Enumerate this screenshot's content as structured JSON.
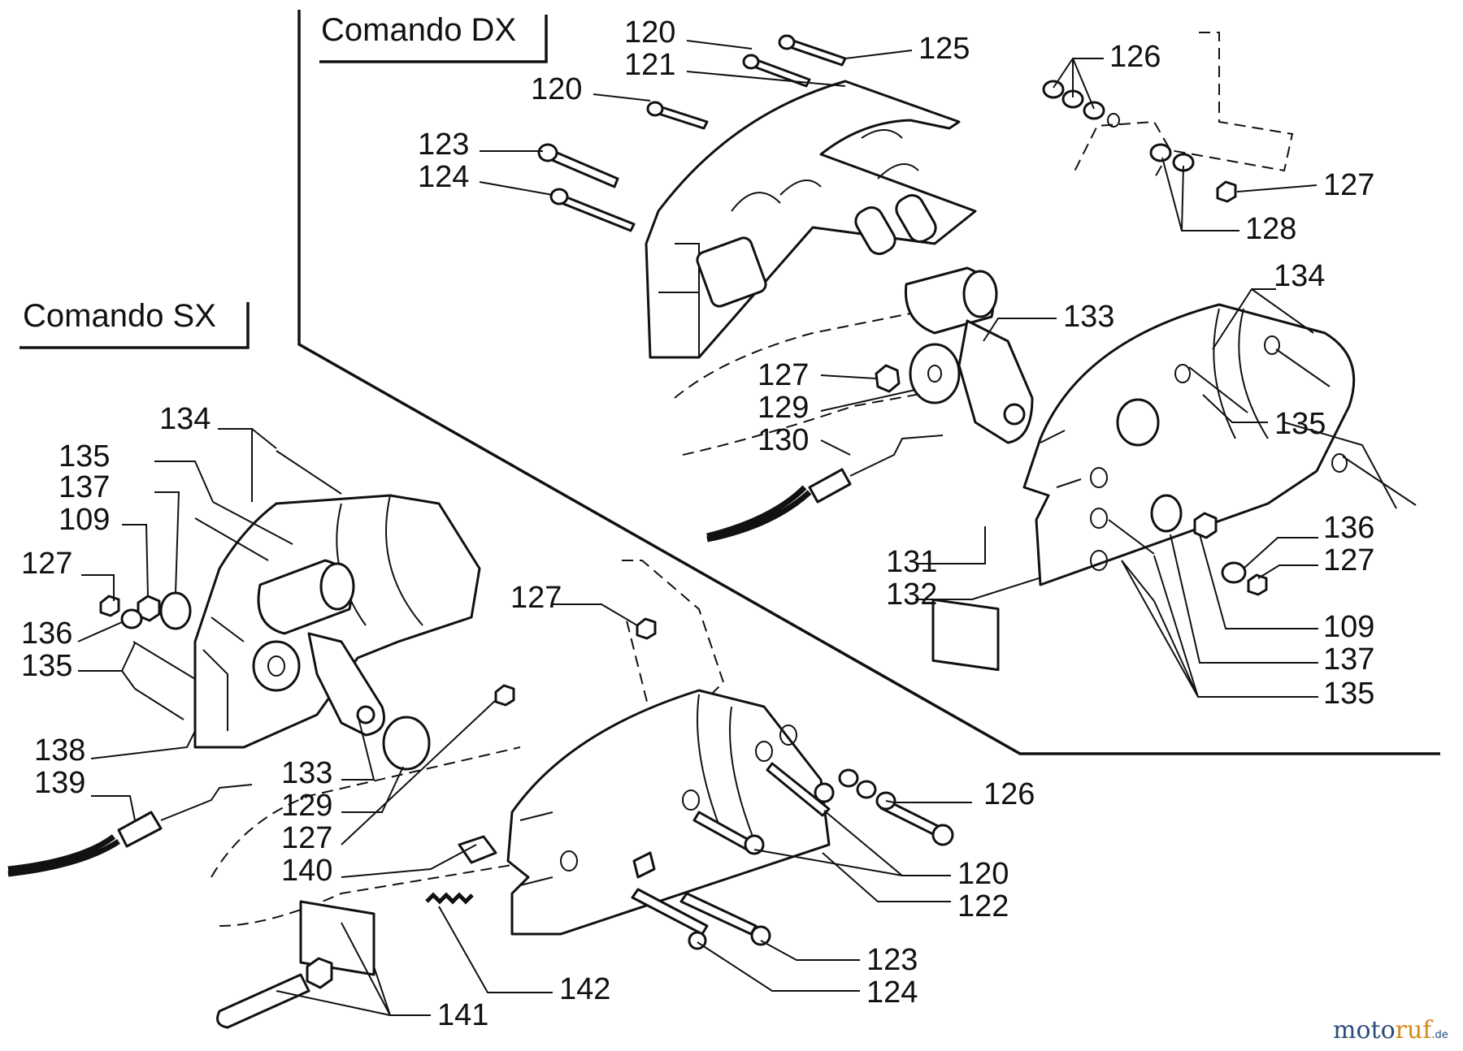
{
  "titles": {
    "right_assembly": "Comando DX",
    "left_assembly": "Comando SX"
  },
  "watermark": {
    "part1": "moto",
    "part2": "ruf",
    "suffix": ".de"
  },
  "callouts": {
    "dx_120a": "120",
    "dx_121": "121",
    "dx_120b": "120",
    "dx_125": "125",
    "dx_126": "126",
    "dx_123": "123",
    "dx_124": "124",
    "dx_127a": "127",
    "dx_128": "128",
    "dx_134": "134",
    "dx_133": "133",
    "dx_127b": "127",
    "dx_129": "129",
    "dx_130": "130",
    "dx_135a": "135",
    "dx_131": "131",
    "dx_132": "132",
    "dx_136": "136",
    "dx_127c": "127",
    "dx_109": "109",
    "dx_137": "137",
    "dx_135b": "135",
    "sx_134": "134",
    "sx_135a": "135",
    "sx_137": "137",
    "sx_109": "109",
    "sx_127a": "127",
    "sx_136": "136",
    "sx_135b": "135",
    "sx_127b": "127",
    "sx_138": "138",
    "sx_139": "139",
    "sx_133": "133",
    "sx_129": "129",
    "sx_127c": "127",
    "sx_140": "140",
    "sx_126": "126",
    "sx_120": "120",
    "sx_122": "122",
    "sx_123": "123",
    "sx_124": "124",
    "sx_142": "142",
    "sx_141": "141"
  }
}
